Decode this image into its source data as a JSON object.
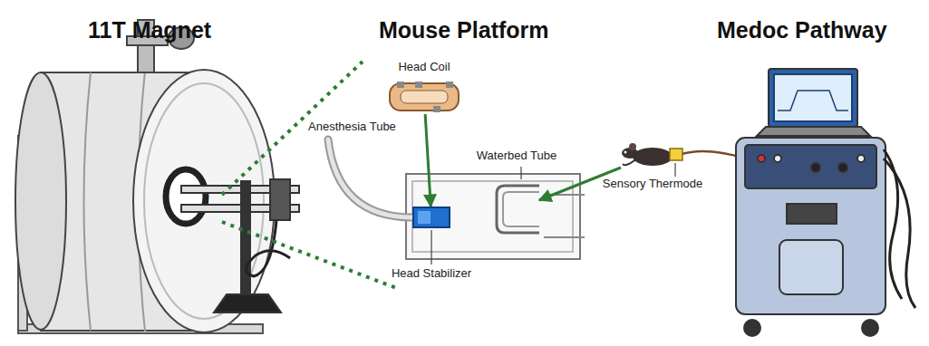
{
  "diagram": {
    "nodes": [
      {
        "text": [
          "Head Coil"
        ]
      },
      {
        "text": [
          "Head Stabilizer"
        ]
      },
      {
        "text": [
          "Waterbed Tube"
        ]
      },
      {
        "text": [
          "Sensory Thermode"
        ]
      }
    ],
    "edges": [
      {
        "from": 0,
        "to": 1,
        "arrow": "to"
      },
      {
        "from": 3,
        "to": 2,
        "arrow": "to"
      }
    ],
    "labels": [
      "11T Magnet",
      "Mouse Platform",
      "Medoc Pathway",
      "Anesthesia Tube"
    ]
  }
}
